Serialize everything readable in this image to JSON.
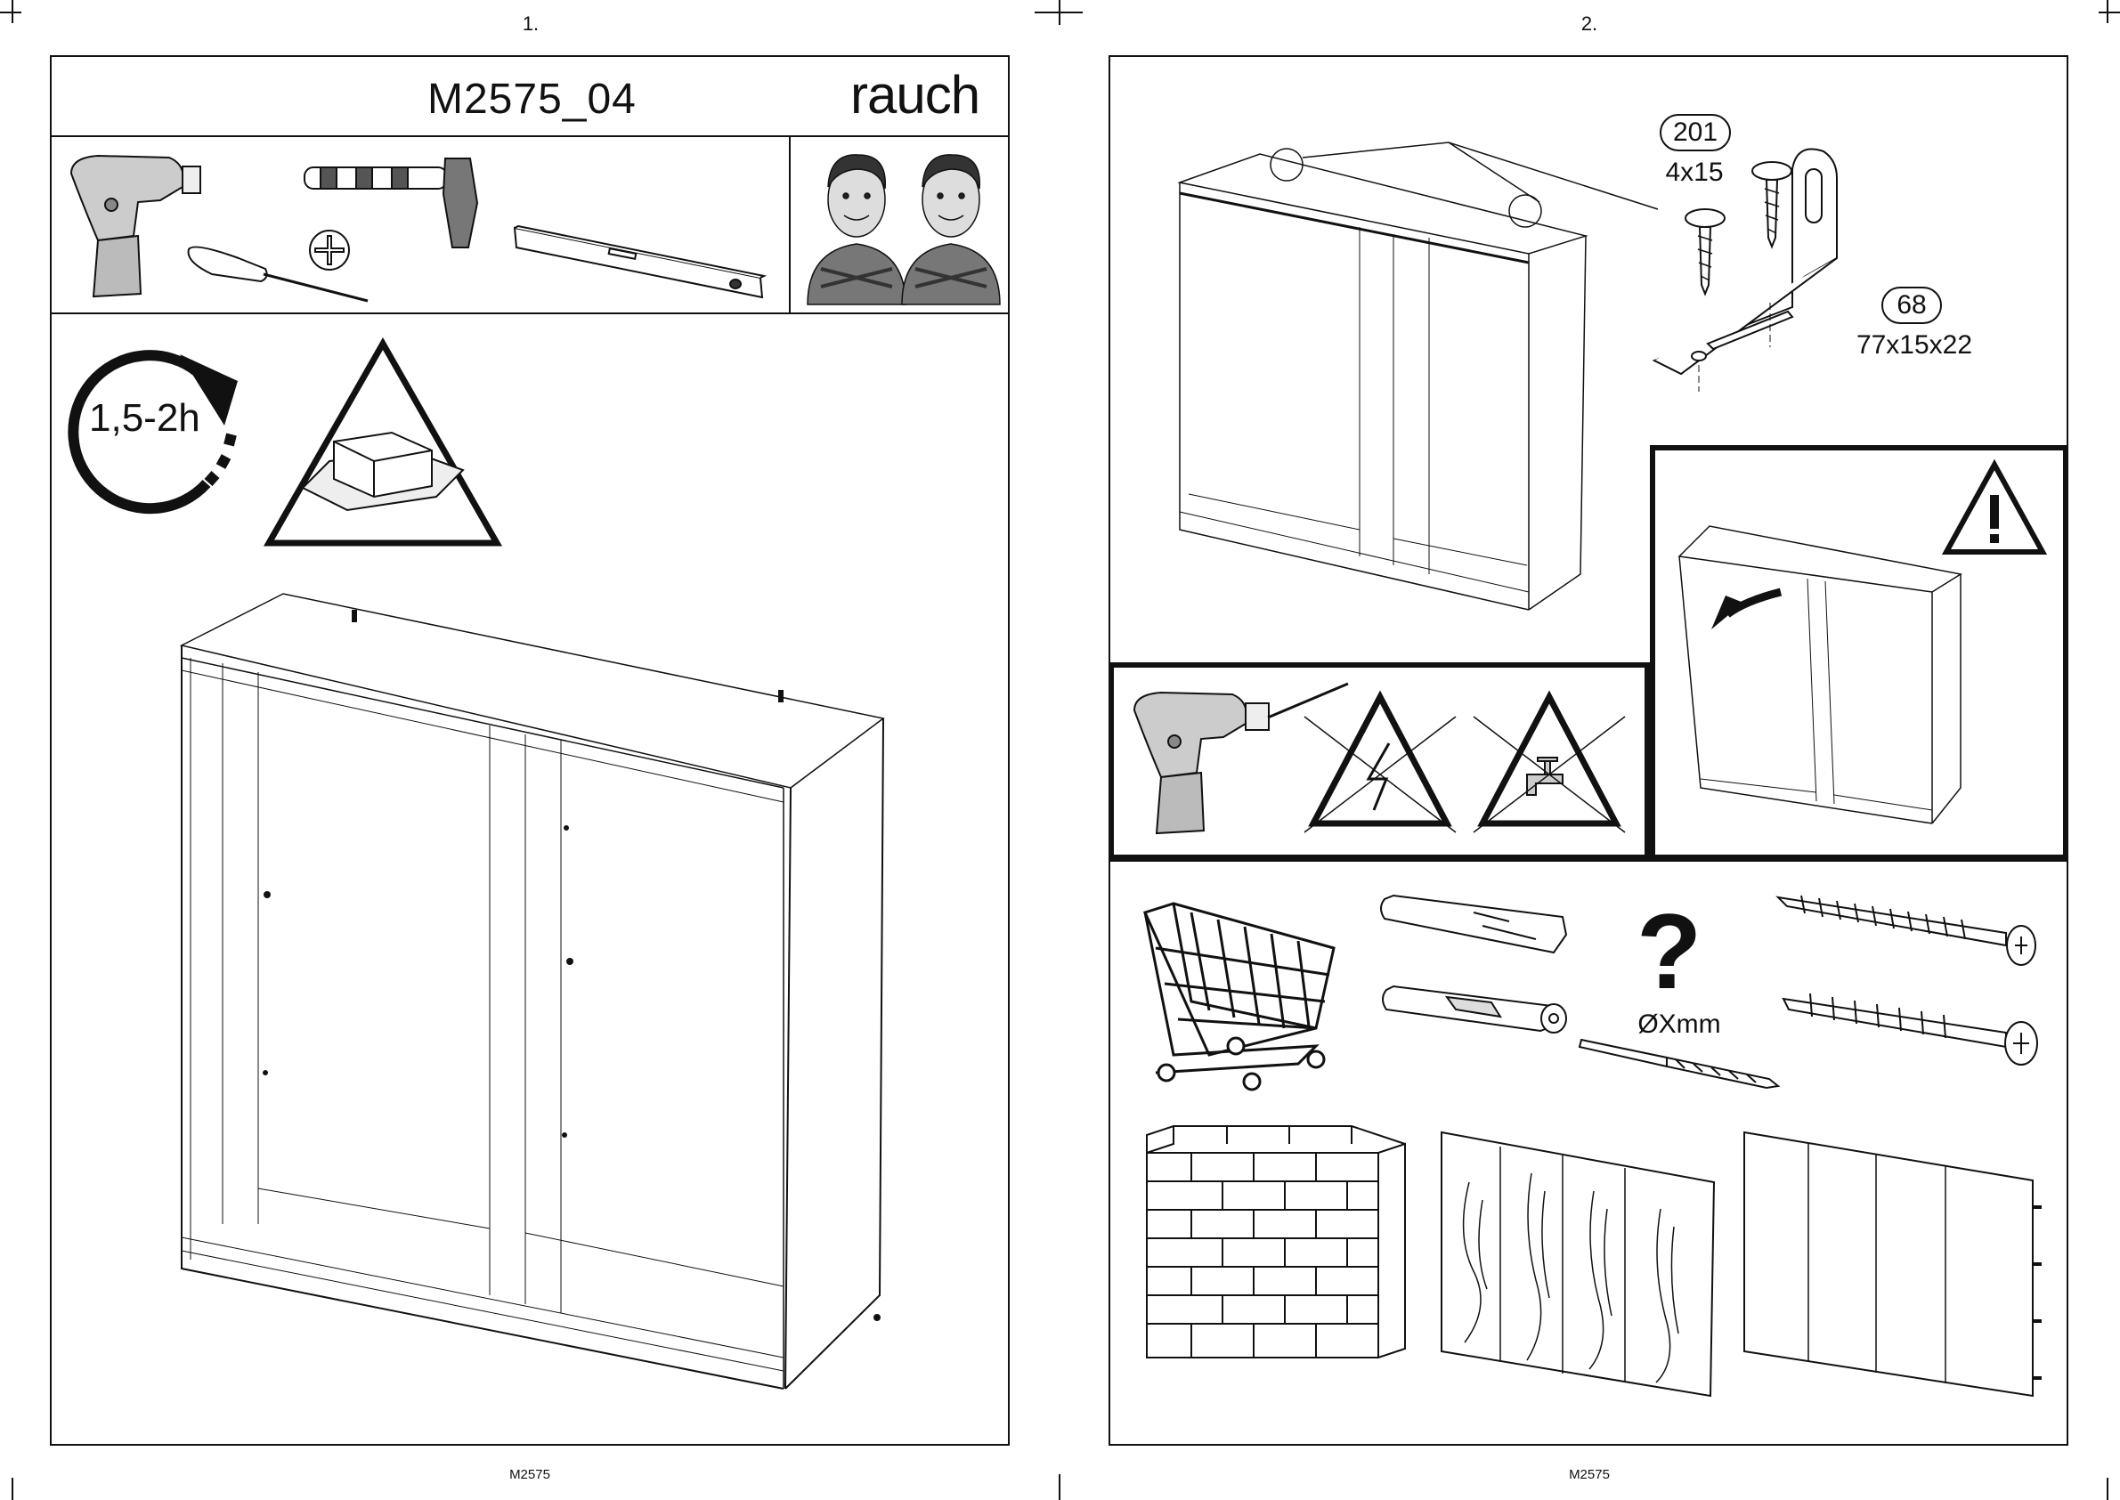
{
  "pages": [
    {
      "number": "1.",
      "footer": "M2575"
    },
    {
      "number": "2.",
      "footer": "M2575"
    }
  ],
  "page1": {
    "model_title": "M2575_04",
    "brand": "rauch",
    "assembly_time": "1,5-2h",
    "tools": [
      "drill-icon",
      "hammer-icon",
      "screwdriver-icon",
      "phillips-icon",
      "spirit-level-icon"
    ],
    "assemblers": [
      "person-icon",
      "person-icon"
    ]
  },
  "page2": {
    "part_201": {
      "id": "201",
      "size": "4x15"
    },
    "part_68": {
      "id": "68",
      "size": "77x15x22"
    },
    "drill_size": "ØXmm",
    "question_mark": "?"
  }
}
